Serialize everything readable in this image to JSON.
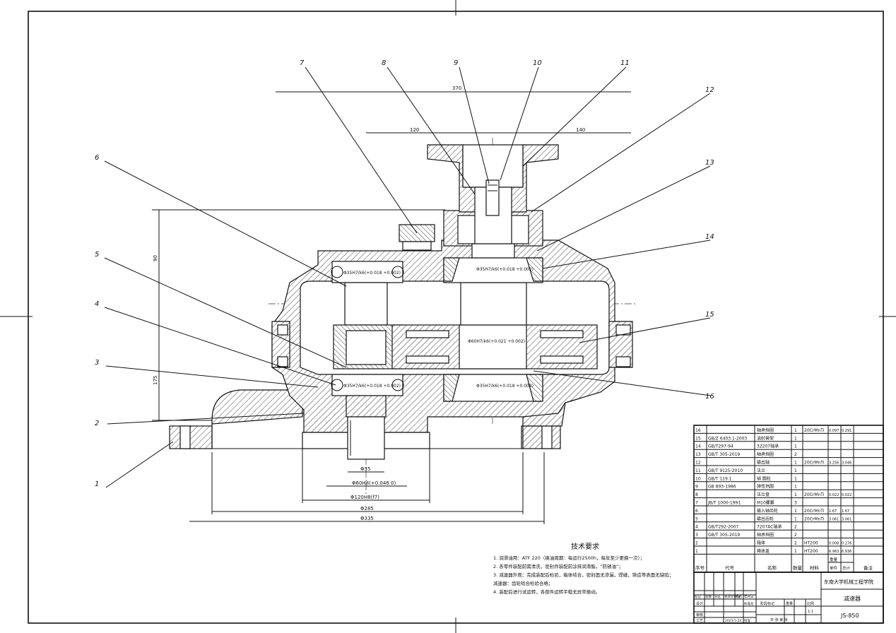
{
  "drawing": {
    "callouts": [
      "1",
      "2",
      "3",
      "4",
      "5",
      "6",
      "7",
      "8",
      "9",
      "10",
      "11",
      "12",
      "13",
      "14",
      "15",
      "16"
    ],
    "dims": {
      "top_long": "370",
      "top_left": "120",
      "top_right": "140",
      "height_left": "90",
      "height_total": "175",
      "bore": "Φ35",
      "bore_fit": "Φ60H8(+0.046 0)",
      "flange_fit": "Φ120H8(f7)",
      "base_w1": "Φ285",
      "base_w2": "Φ335"
    },
    "fits": {
      "bearing_left_upper": "Φ35H7/k6(+0.018 +0.002)",
      "bearing_right_upper": "Φ35H7/k6(+0.018 +0.002)",
      "gear_mid": "Φ60H7/k6(+0.021 +0.002)",
      "bearing_left_lower": "Φ35H7/k6(+0.018 +0.002)",
      "bearing_right_lower": "Φ35H7/k6(+0.018 +0.002)"
    }
  },
  "tech_req": {
    "title": "技术要求",
    "items": [
      "1. 润滑油用：ATF 220（换油周期：每运行2500h，每年至少更换一次）；",
      "2. 各零件装配前需清洗，密封件装配前涂抹润滑脂，“防锈油”；",
      "3. 减速器外观：完成装配后检验，箱体结合，密封面无渗漏，焊缝，铸造等表面无缺陷；",
      "   减速器：齿轮啮合检验合格；",
      "4. 装配后进行试运转，各部件运转平稳无异常振动。"
    ]
  },
  "bom": {
    "rows": [
      {
        "no": "16",
        "code": "",
        "name": "轴承挡圈",
        "qty": "1",
        "mat": "20CrMnTi",
        "w1": "0.097",
        "w2": "0.291"
      },
      {
        "no": "15",
        "code": "GB/Z 6403.1-2003",
        "name": "油封骨架",
        "qty": "1",
        "mat": "",
        "w1": "",
        "w2": ""
      },
      {
        "no": "14",
        "code": "GB/T297-94",
        "name": "32207轴承",
        "qty": "1",
        "mat": "",
        "w1": "",
        "w2": ""
      },
      {
        "no": "13",
        "code": "GB/T 305-2019",
        "name": "轴承挡圈",
        "qty": "2",
        "mat": "",
        "w1": "",
        "w2": ""
      },
      {
        "no": "12",
        "code": "",
        "name": "输出轴",
        "qty": "1",
        "mat": "20CrMnTi",
        "w1": "3.256",
        "w2": "3.046"
      },
      {
        "no": "11",
        "code": "GB/T 9125-2010",
        "name": "法兰",
        "qty": "1",
        "mat": "",
        "w1": "",
        "w2": ""
      },
      {
        "no": "10",
        "code": "GB/T 119.1",
        "name": "销 圆柱",
        "qty": "1",
        "mat": "",
        "w1": "",
        "w2": ""
      },
      {
        "no": "9",
        "code": "GB 893-1986",
        "name": "弹性挡圈",
        "qty": "1",
        "mat": "",
        "w1": "",
        "w2": ""
      },
      {
        "no": "8",
        "code": "",
        "name": "法兰盘",
        "qty": "1",
        "mat": "20CrMnTi",
        "w1": "0.022",
        "w2": "0.022"
      },
      {
        "no": "7",
        "code": "JB/T 1000-1991",
        "name": "M10螺塞",
        "qty": "3",
        "mat": "",
        "w1": "",
        "w2": ""
      },
      {
        "no": "6",
        "code": "",
        "name": "输入轴齿轮",
        "qty": "1",
        "mat": "20CrMnTi",
        "w1": "1.67",
        "w2": "1.67"
      },
      {
        "no": "5",
        "code": "",
        "name": "输出齿轮",
        "qty": "1",
        "mat": "20CrMnTi",
        "w1": "3.061",
        "w2": "3.061"
      },
      {
        "no": "4",
        "code": "GB/T292-2007",
        "name": "7207AC轴承",
        "qty": "2",
        "mat": "",
        "w1": "",
        "w2": ""
      },
      {
        "no": "3",
        "code": "GB/T 305-2019",
        "name": "轴承挡圈",
        "qty": "2",
        "mat": "",
        "w1": "",
        "w2": ""
      },
      {
        "no": "2",
        "code": "",
        "name": "箱体",
        "qty": "2",
        "mat": "HT200",
        "w1": "0.008",
        "w2": "0.276"
      },
      {
        "no": "1",
        "code": "",
        "name": "箱体盖",
        "qty": "1",
        "mat": "HT200",
        "w1": "6.963",
        "w2": "6.936"
      }
    ],
    "header": {
      "no": "序号",
      "code": "代号",
      "name": "名称",
      "qty": "数量",
      "mat": "材料",
      "w1": "单件",
      "w2": "总计",
      "w_group": "重量",
      "note": "备注"
    }
  },
  "title_block": {
    "org": "东南大学机械工程学院",
    "name": "减速器",
    "scale_label": "比例",
    "scale": "1:1",
    "mass_label": "重量",
    "stage_label": "阶段标记",
    "sheet_label": "共 张 第 张",
    "drawing_no": "JS-850",
    "rows": [
      "标记",
      "处数",
      "分区",
      "更改文件号",
      "签名",
      "年月日"
    ],
    "design": "设计",
    "review": "审核",
    "process": "工艺",
    "approve": "批准",
    "std": "标准化",
    "date": "2023-5-24"
  }
}
